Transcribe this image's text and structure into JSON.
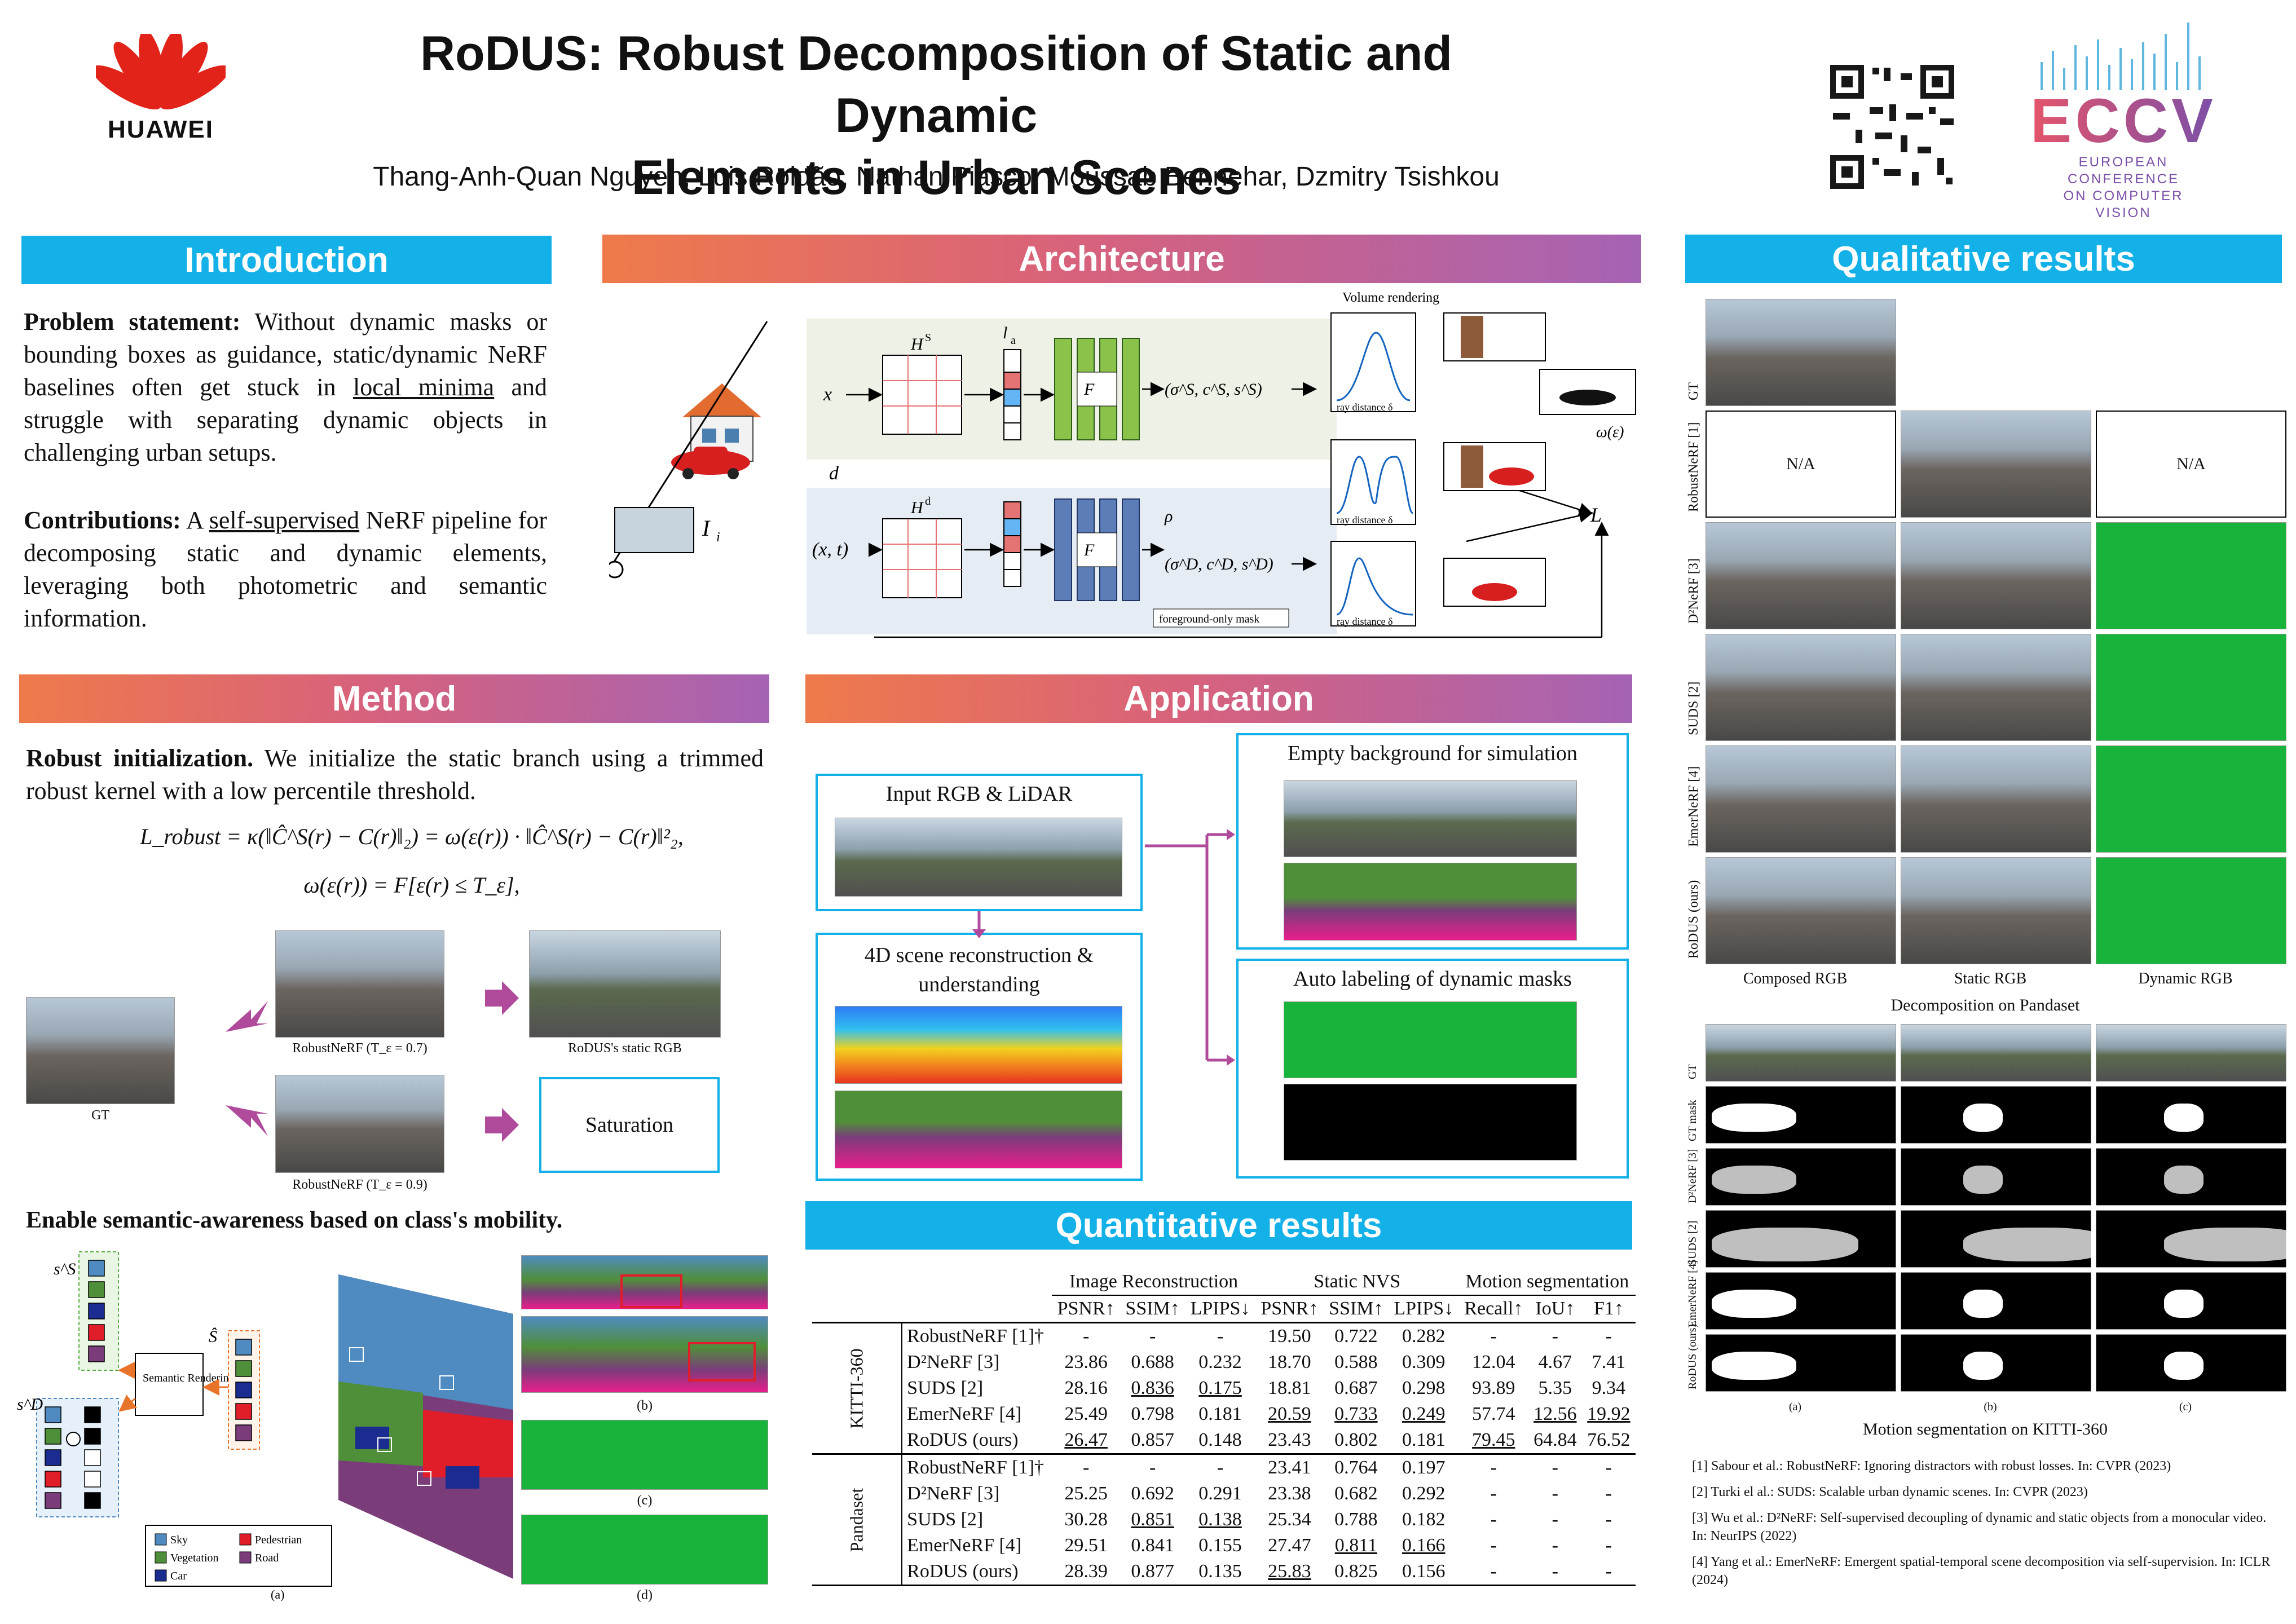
{
  "header": {
    "logo_text": "HUAWEI",
    "title_line1": "RoDUS: Robust Decomposition of Static and Dynamic",
    "title_line2": "Elements in Urban Scenes",
    "authors": "Thang-Anh-Quan Nguyen, Luis Roldão, Nathan Piasco, Moussab Bennehar, Dzmitry Tsishkou",
    "eccv_logo": "ECCV",
    "eccv_sub": [
      "EUROPEAN",
      "CONFERENCE",
      "ON COMPUTER",
      "VISION"
    ]
  },
  "sections": {
    "introduction": "Introduction",
    "architecture": "Architecture",
    "qualitative": "Qualitative results",
    "method": "Method",
    "application": "Application",
    "quantitative": "Quantitative results"
  },
  "intro": {
    "problem_label": "Problem statement:",
    "problem_text_a": " Without dynamic masks or bounding boxes as guidance, static/dynamic NeRF baselines often get stuck in ",
    "problem_link": "local minima",
    "problem_text_b": " and struggle with separating dynamic objects in challenging urban setups.",
    "contrib_label": "Contributions:",
    "contrib_text_a": " A ",
    "contrib_link": "self-supervised",
    "contrib_text_b": " NeRF pipeline for decomposing static and dynamic elements, leveraging both photometric and semantic information."
  },
  "architecture": {
    "volume_rendering": "Volume rendering",
    "ray_distance": "ray distance δ",
    "foreground_mask": "foreground-only mask",
    "x": "x",
    "d": "d",
    "xt": "(x, t)",
    "Ii": "I",
    "Hs": "H",
    "Hd": "H",
    "la": "l",
    "Fs": "F",
    "Fd": "F",
    "out_s": "(σ^S, c^S, s^S)",
    "rho": "ρ",
    "out_d": "(σ^D, c^D, s^D)",
    "omega": "ω(ε)",
    "loss": "L"
  },
  "method": {
    "robust_label": "Robust initialization.",
    "robust_text": " We initialize the static branch using a trimmed robust kernel with a low percentile threshold.",
    "eq1": "L_robust = κ(‖Ĉ^S(r) − C(r)‖₂) = ω(ε(r)) · ‖Ĉ^S(r) − C(r)‖²₂,",
    "eq2": "ω(ε(r)) = F[ε(r) ≤ T_ε],",
    "cap_gt": "GT",
    "cap_rn07": "RobustNeRF (T_ε = 0.7)",
    "cap_rn09": "RobustNeRF (T_ε = 0.9)",
    "cap_static": "RoDUS's static RGB",
    "saturation": "Saturation",
    "semantic_label": "Enable semantic-awareness based on class's mobility.",
    "sem_render": "Semantic Rendering",
    "sS": "s^S",
    "sD": "s^D",
    "Shat": "Ŝ",
    "legend": [
      "Sky",
      "Pedestrian",
      "Vegetation",
      "Road",
      "Car"
    ],
    "fig_a": "(a)",
    "fig_b": "(b)",
    "fig_c": "(c)",
    "fig_d": "(d)"
  },
  "application": {
    "input": "Input RGB & LiDAR",
    "recon": "4D scene reconstruction & understanding",
    "empty": "Empty background for simulation",
    "auto": "Auto labeling of dynamic masks"
  },
  "quant": {
    "groups": [
      "Image Reconstruction",
      "Static NVS",
      "Motion segmentation"
    ],
    "metrics": [
      "PSNR↑",
      "SSIM↑",
      "LPIPS↓",
      "PSNR↑",
      "SSIM↑",
      "LPIPS↓",
      "Recall↑",
      "IoU↑",
      "F1↑"
    ],
    "datasets": [
      {
        "name": "KITTI-360",
        "rows": [
          {
            "method": "RobustNeRF [1]†",
            "vals": [
              "-",
              "-",
              "-",
              "19.50",
              "0.722",
              "0.282",
              "-",
              "-",
              "-"
            ]
          },
          {
            "method": "D²NeRF [3]",
            "vals": [
              "23.86",
              "0.688",
              "0.232",
              "18.70",
              "0.588",
              "0.309",
              "12.04",
              "4.67",
              "7.41"
            ]
          },
          {
            "method": "SUDS [2]",
            "vals": [
              "28.16",
              "0.836",
              "0.175",
              "18.81",
              "0.687",
              "0.298",
              "93.89",
              "5.35",
              "9.34"
            ]
          },
          {
            "method": "EmerNeRF [4]",
            "vals": [
              "25.49",
              "0.798",
              "0.181",
              "20.59",
              "0.733",
              "0.249",
              "57.74",
              "12.56",
              "19.92"
            ]
          },
          {
            "method": "RoDUS (ours)",
            "vals": [
              "26.47",
              "0.857",
              "0.148",
              "23.43",
              "0.802",
              "0.181",
              "79.45",
              "64.84",
              "76.52"
            ]
          }
        ]
      },
      {
        "name": "Pandaset",
        "rows": [
          {
            "method": "RobustNeRF [1]†",
            "vals": [
              "-",
              "-",
              "-",
              "23.41",
              "0.764",
              "0.197",
              "-",
              "-",
              "-"
            ]
          },
          {
            "method": "D²NeRF [3]",
            "vals": [
              "25.25",
              "0.692",
              "0.291",
              "23.38",
              "0.682",
              "0.292",
              "-",
              "-",
              "-"
            ]
          },
          {
            "method": "SUDS [2]",
            "vals": [
              "30.28",
              "0.851",
              "0.138",
              "25.34",
              "0.788",
              "0.182",
              "-",
              "-",
              "-"
            ]
          },
          {
            "method": "EmerNeRF [4]",
            "vals": [
              "29.51",
              "0.841",
              "0.155",
              "27.47",
              "0.811",
              "0.166",
              "-",
              "-",
              "-"
            ]
          },
          {
            "method": "RoDUS (ours)",
            "vals": [
              "28.39",
              "0.877",
              "0.135",
              "25.83",
              "0.825",
              "0.156",
              "-",
              "-",
              "-"
            ]
          }
        ]
      }
    ]
  },
  "qualitative": {
    "rows": [
      "GT",
      "RobustNeRF [1]",
      "D²NeRF [3]",
      "SUDS [2]",
      "EmerNeRF [4]",
      "RoDUS (ours)"
    ],
    "na": "N/A",
    "cols": [
      "Composed RGB",
      "Static RGB",
      "Dynamic RGB"
    ],
    "caption1": "Decomposition on Pandaset",
    "rows2": [
      "GT",
      "GT mask",
      "D²NeRF [3]",
      "SUDS [2]",
      "EmerNeRF [4]",
      "RoDUS (ours)"
    ],
    "sub": [
      "(a)",
      "(b)",
      "(c)"
    ],
    "caption2": "Motion segmentation on KITTI-360"
  },
  "references": [
    "[1] Sabour et al.: RobustNeRF: Ignoring distractors with robust losses. In: CVPR (2023)",
    "[2] Turki el al.: SUDS: Scalable urban dynamic scenes. In: CVPR (2023)",
    "[3] Wu et al.: D²NeRF: Self-supervised decoupling of dynamic and static objects from a monocular video. In: NeurIPS (2022)",
    "[4] Yang et al.: EmerNeRF: Emergent spatial-temporal scene decomposition via self-supervision. In: ICLR (2024)"
  ],
  "colors": {
    "cyan": "#13b1e8",
    "grad_start": "#ee7a4b",
    "grad_end": "#a563b4",
    "huawei_red": "#e2231a"
  }
}
